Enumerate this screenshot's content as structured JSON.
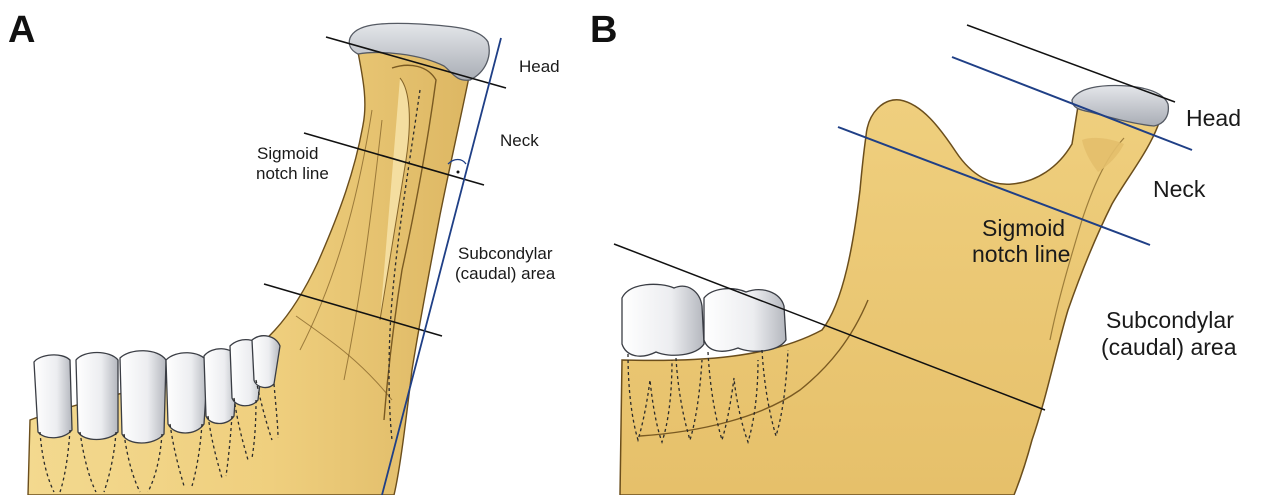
{
  "panels": {
    "a": {
      "letter": "A",
      "labels": {
        "head": "Head",
        "neck": "Neck",
        "sigmoid_line1": "Sigmoid",
        "sigmoid_line2": "notch line",
        "subcondylar_line1": "Subcondylar",
        "subcondylar_line2": "(caudal) area"
      }
    },
    "b": {
      "letter": "B",
      "labels": {
        "head": "Head",
        "neck": "Neck",
        "sigmoid_line1": "Sigmoid",
        "sigmoid_line2": "notch line",
        "subcondylar_line1": "Subcondylar",
        "subcondylar_line2": "(caudal) area"
      }
    }
  },
  "colors": {
    "bone_fill": "#EFCF7E",
    "bone_shadow": "#D9B35C",
    "bone_outline": "#6B4E1C",
    "cartilage": "#CDD0D6",
    "tooth_enamel": "#F2F3F5",
    "tooth_shade": "#B9BCC3",
    "black_line": "#111111",
    "blue_line": "#1F3F86"
  }
}
